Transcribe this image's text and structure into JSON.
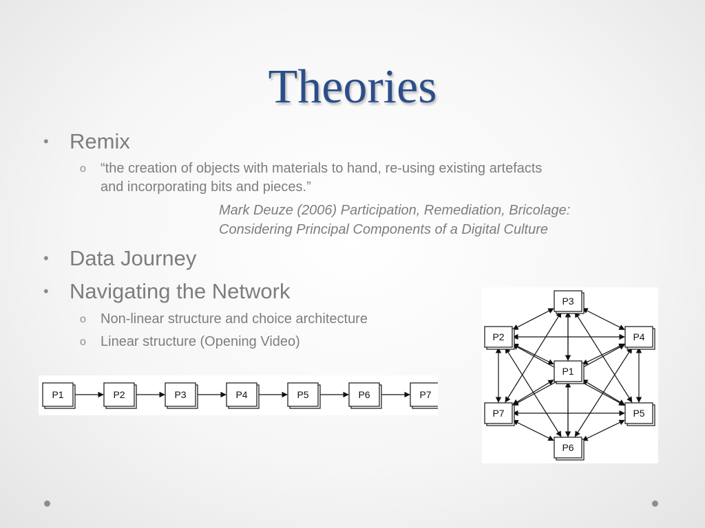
{
  "slide": {
    "title": "Theories",
    "bullets": [
      {
        "text": "Remix"
      },
      {
        "text": "Data Journey"
      },
      {
        "text": "Navigating the Network"
      }
    ],
    "remix_quote_line1": "“the creation of objects with materials to hand, re-using existing artefacts",
    "remix_quote_line2": "and incorporating bits and pieces.”",
    "citation_line1": "Mark Deuze (2006) Participation, Remediation, Bricolage:",
    "citation_line2": "Considering Principal Components of a Digital Culture",
    "network_subs": [
      "Non-linear structure and choice architecture",
      "Linear structure (Opening Video)"
    ],
    "bullet_glyph": "•",
    "sub_glyph": "o"
  },
  "linear_diagram": {
    "nodes": [
      "P1",
      "P2",
      "P3",
      "P4",
      "P5",
      "P6",
      "P7"
    ]
  },
  "network_diagram": {
    "nodes": [
      "P1",
      "P2",
      "P3",
      "P4",
      "P5",
      "P6",
      "P7"
    ],
    "edges": "every pair of nodes connected by double-headed arrows"
  },
  "colors": {
    "title": "#2b4e8a",
    "body_text": "#7d7d7d",
    "background": "#f6f6f6"
  }
}
